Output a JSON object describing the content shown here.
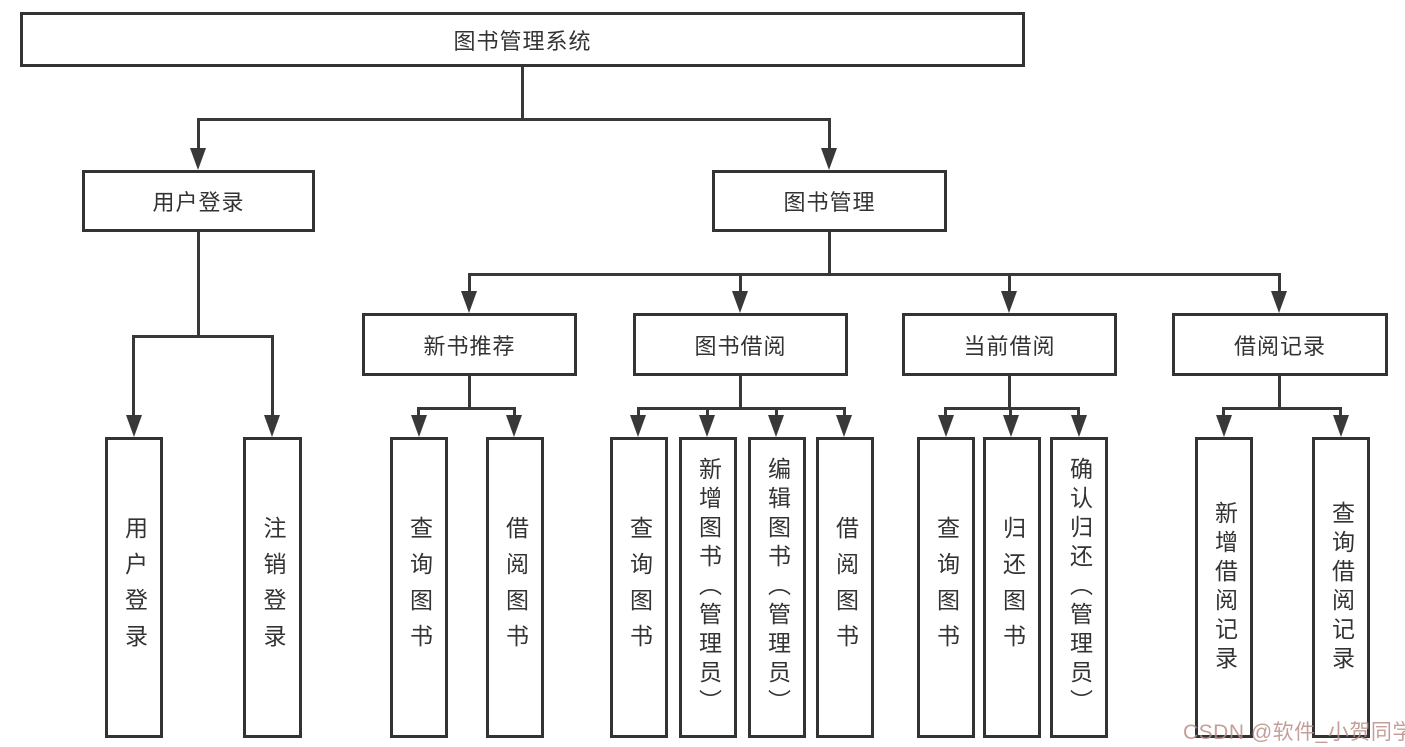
{
  "diagram_type": "hierarchy-tree",
  "tree": {
    "label": "图书管理系统",
    "children": [
      {
        "label": "用户登录",
        "children": [
          {
            "label": "用户登录"
          },
          {
            "label": "注销登录"
          }
        ]
      },
      {
        "label": "图书管理",
        "children": [
          {
            "label": "新书推荐",
            "children": [
              {
                "label": "查询图书"
              },
              {
                "label": "借阅图书"
              }
            ]
          },
          {
            "label": "图书借阅",
            "children": [
              {
                "label": "查询图书"
              },
              {
                "label": "新增图书（管理员）"
              },
              {
                "label": "编辑图书（管理员）"
              },
              {
                "label": "借阅图书"
              }
            ]
          },
          {
            "label": "当前借阅",
            "children": [
              {
                "label": "查询图书"
              },
              {
                "label": "归还图书"
              },
              {
                "label": "确认归还（管理员）"
              }
            ]
          },
          {
            "label": "借阅记录",
            "children": [
              {
                "label": "新增借阅记录"
              },
              {
                "label": "查询借阅记录"
              }
            ]
          }
        ]
      }
    ]
  },
  "watermark": {
    "text": "CSDN @软件_小贺同学"
  },
  "colors": {
    "stroke": "#383838",
    "border": "#333333",
    "text": "#333333",
    "background": "#ffffff",
    "watermark": "#ba8e88"
  }
}
